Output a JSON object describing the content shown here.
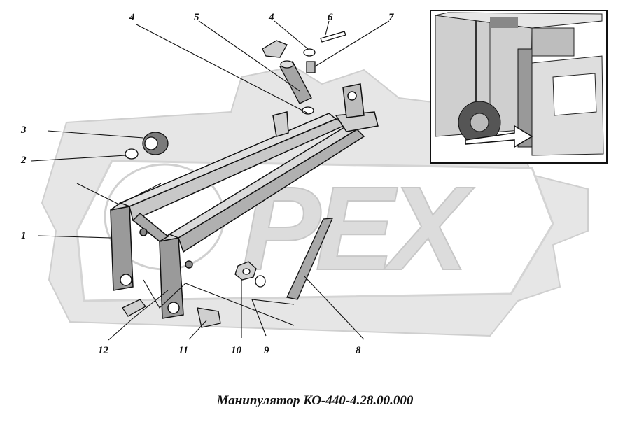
{
  "watermark": {
    "text": "PEX",
    "color": "#d9d9d9"
  },
  "callouts": [
    {
      "id": "1",
      "label": "1"
    },
    {
      "id": "2",
      "label": "2"
    },
    {
      "id": "3",
      "label": "3"
    },
    {
      "id": "4a",
      "label": "4"
    },
    {
      "id": "4b",
      "label": "4"
    },
    {
      "id": "5",
      "label": "5"
    },
    {
      "id": "6",
      "label": "6"
    },
    {
      "id": "7",
      "label": "7"
    },
    {
      "id": "8",
      "label": "8"
    },
    {
      "id": "9",
      "label": "9"
    },
    {
      "id": "10",
      "label": "10"
    },
    {
      "id": "11",
      "label": "11"
    },
    {
      "id": "12",
      "label": "12"
    }
  ],
  "caption": "Манипулятор  КО-440-4.28.00.000",
  "colors": {
    "ink": "#111111",
    "watermark": "#d9d9d9",
    "hatch": "#555555"
  }
}
